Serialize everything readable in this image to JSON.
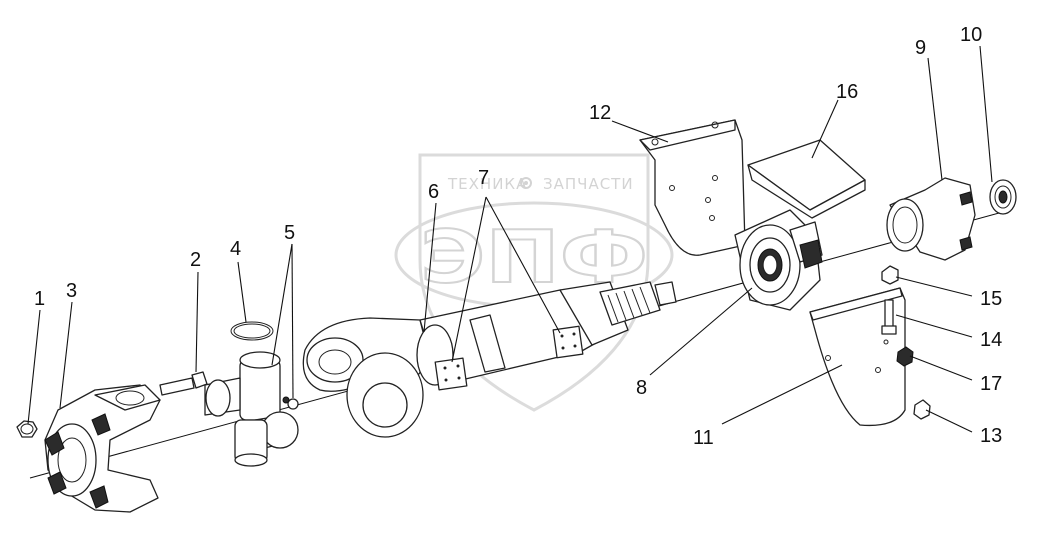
{
  "watermark": {
    "line1_left": "ТЕХНИКА",
    "line1_right": "ЗАПЧАСТИ",
    "logo": "ЭПФ",
    "icon": "gear-icon"
  },
  "callouts": [
    "1",
    "2",
    "3",
    "4",
    "5",
    "6",
    "7",
    "8",
    "9",
    "10",
    "11",
    "12",
    "13",
    "14",
    "15",
    "16",
    "17"
  ]
}
